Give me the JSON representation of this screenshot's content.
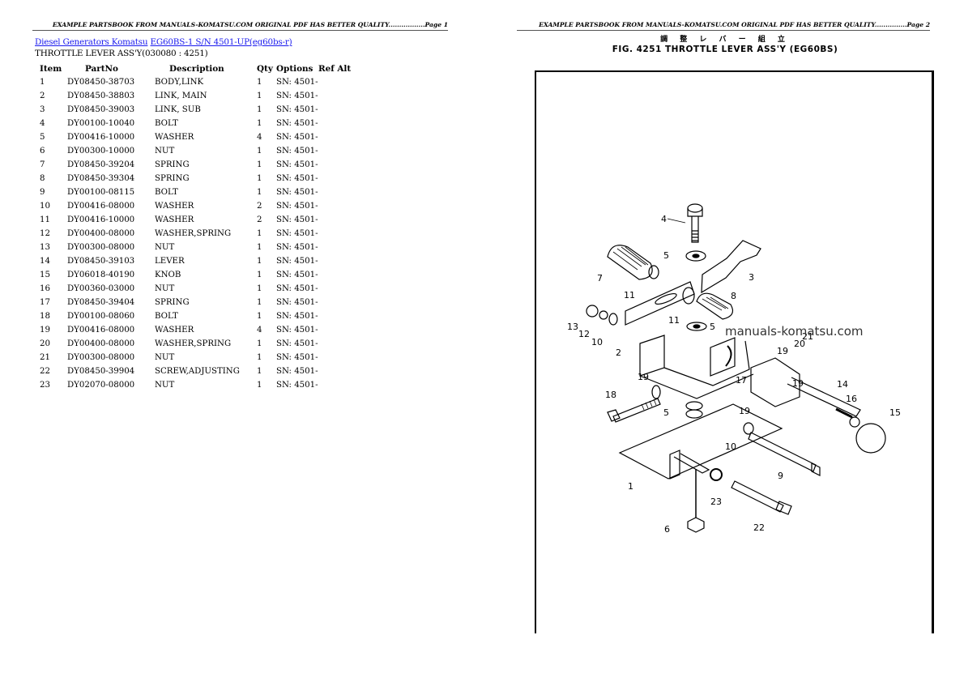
{
  "page1": {
    "header": "EXAMPLE PARTSBOOK FROM MANUALS-KOMATSU.COM ORIGINAL PDF HAS BETTER QUALITY.................Page 1",
    "links": {
      "category": "Diesel Generators Komatsu",
      "model": "EG60BS-1 S/N 4501-UP(eg60bs-r)"
    },
    "subtitle": "THROTTLE LEVER ASS'Y(030080 : 4251)",
    "table": {
      "columns": [
        "Item",
        "PartNo",
        "Description",
        "Qty",
        "Options",
        "Ref Alt"
      ],
      "rows": [
        {
          "item": "1",
          "part": "DY08450-38703",
          "desc": "BODY,LINK",
          "qty": "1",
          "opt": "SN: 4501-"
        },
        {
          "item": "2",
          "part": "DY08450-38803",
          "desc": "LINK, MAIN",
          "qty": "1",
          "opt": "SN: 4501-"
        },
        {
          "item": "3",
          "part": "DY08450-39003",
          "desc": "LINK, SUB",
          "qty": "1",
          "opt": "SN: 4501-"
        },
        {
          "item": "4",
          "part": "DY00100-10040",
          "desc": "BOLT",
          "qty": "1",
          "opt": "SN: 4501-"
        },
        {
          "item": "5",
          "part": "DY00416-10000",
          "desc": "WASHER",
          "qty": "4",
          "opt": "SN: 4501-"
        },
        {
          "item": "6",
          "part": "DY00300-10000",
          "desc": "NUT",
          "qty": "1",
          "opt": "SN: 4501-"
        },
        {
          "item": "7",
          "part": "DY08450-39204",
          "desc": "SPRING",
          "qty": "1",
          "opt": "SN: 4501-"
        },
        {
          "item": "8",
          "part": "DY08450-39304",
          "desc": "SPRING",
          "qty": "1",
          "opt": "SN: 4501-"
        },
        {
          "item": "9",
          "part": "DY00100-08115",
          "desc": "BOLT",
          "qty": "1",
          "opt": "SN: 4501-"
        },
        {
          "item": "10",
          "part": "DY00416-08000",
          "desc": "WASHER",
          "qty": "2",
          "opt": "SN: 4501-"
        },
        {
          "item": "11",
          "part": "DY00416-10000",
          "desc": "WASHER",
          "qty": "2",
          "opt": "SN: 4501-"
        },
        {
          "item": "12",
          "part": "DY00400-08000",
          "desc": "WASHER,SPRING",
          "qty": "1",
          "opt": "SN: 4501-"
        },
        {
          "item": "13",
          "part": "DY00300-08000",
          "desc": "NUT",
          "qty": "1",
          "opt": "SN: 4501-"
        },
        {
          "item": "14",
          "part": "DY08450-39103",
          "desc": "LEVER",
          "qty": "1",
          "opt": "SN: 4501-"
        },
        {
          "item": "15",
          "part": "DY06018-40190",
          "desc": "KNOB",
          "qty": "1",
          "opt": "SN: 4501-"
        },
        {
          "item": "16",
          "part": "DY00360-03000",
          "desc": "NUT",
          "qty": "1",
          "opt": "SN: 4501-"
        },
        {
          "item": "17",
          "part": "DY08450-39404",
          "desc": "SPRING",
          "qty": "1",
          "opt": "SN: 4501-"
        },
        {
          "item": "18",
          "part": "DY00100-08060",
          "desc": "BOLT",
          "qty": "1",
          "opt": "SN: 4501-"
        },
        {
          "item": "19",
          "part": "DY00416-08000",
          "desc": "WASHER",
          "qty": "4",
          "opt": "SN: 4501-"
        },
        {
          "item": "20",
          "part": "DY00400-08000",
          "desc": "WASHER,SPRING",
          "qty": "1",
          "opt": "SN: 4501-"
        },
        {
          "item": "21",
          "part": "DY00300-08000",
          "desc": "NUT",
          "qty": "1",
          "opt": "SN: 4501-"
        },
        {
          "item": "22",
          "part": "DY08450-39904",
          "desc": "SCREW,ADJUSTING",
          "qty": "1",
          "opt": "SN: 4501-"
        },
        {
          "item": "23",
          "part": "DY02070-08000",
          "desc": "NUT",
          "qty": "1",
          "opt": "SN: 4501-"
        }
      ]
    }
  },
  "page2": {
    "header": "EXAMPLE PARTSBOOK FROM MANUALS-KOMATSU.COM ORIGINAL PDF HAS BETTER QUALITY...............Page 2",
    "figure_title_jp": "調 整 レ バ ー 組 立",
    "figure_title_en": "FIG. 4251  THROTTLE LEVER ASS'Y (EG60BS)",
    "watermark": "manuals-komatsu.com",
    "callouts": [
      "1",
      "2",
      "3",
      "4",
      "5",
      "5",
      "5",
      "6",
      "7",
      "8",
      "9",
      "10",
      "10",
      "11",
      "11",
      "12",
      "13",
      "14",
      "15",
      "16",
      "17",
      "18",
      "19",
      "19",
      "19",
      "19",
      "20",
      "21",
      "22",
      "23"
    ]
  }
}
